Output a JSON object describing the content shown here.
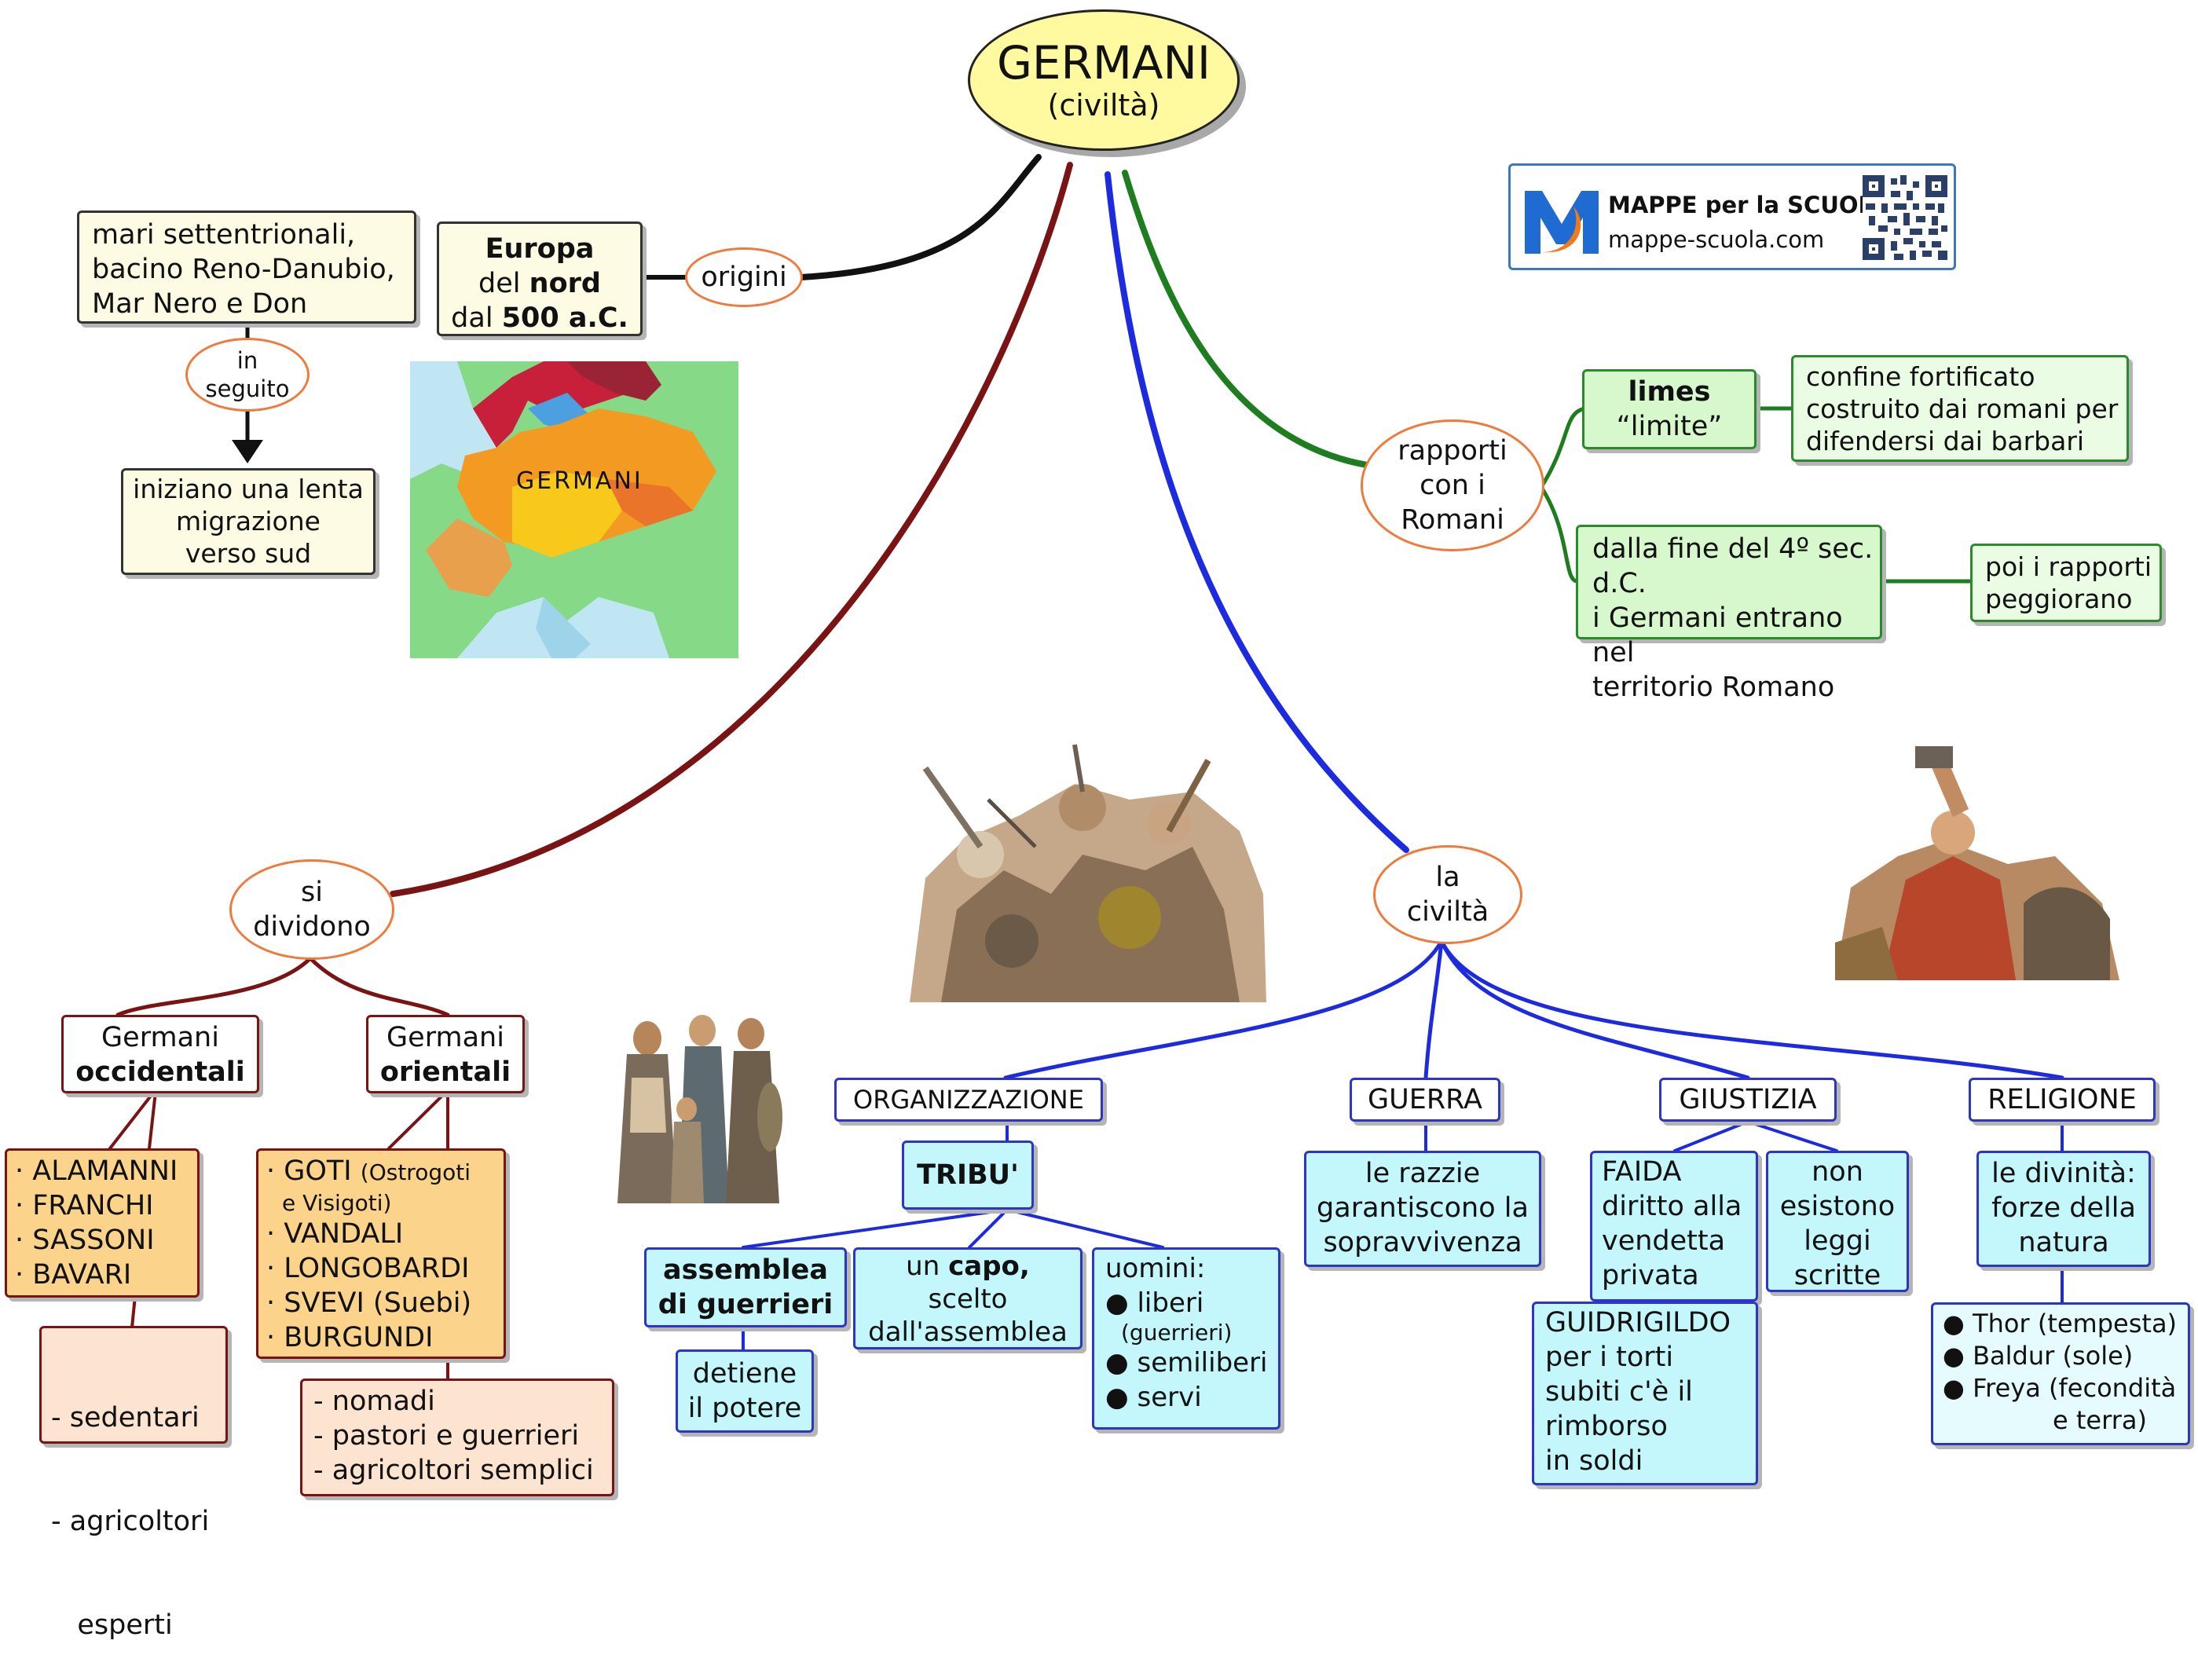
{
  "center": {
    "title": "GERMANI",
    "subtitle": "(civiltà)"
  },
  "logo": {
    "name": "MAPPE per la SCUOLA",
    "url": "mappe-scuola.com"
  },
  "origins": {
    "label": "origini",
    "europe": {
      "l1": "Europa",
      "l2a": "del",
      "l2b": "nord",
      "l3a": "dal",
      "l3b": "500 a.C."
    },
    "areas": [
      "mari settentrionali,",
      "bacino Reno-Danubio,",
      "Mar Nero e Don"
    ],
    "later": [
      "in",
      "seguito"
    ],
    "migration": [
      "iniziano una lenta",
      "migrazione",
      "verso sud"
    ],
    "map_label": "GERMANI"
  },
  "romans": {
    "label": [
      "rapporti",
      "con i",
      "Romani"
    ],
    "limes": {
      "term": "limes",
      "meaning": "“limite”"
    },
    "limes_def": [
      "confine fortificato",
      "costruito dai romani per",
      "difendersi dai barbari"
    ],
    "entry": [
      "dalla fine del 4º sec. d.C.",
      "i Germani entrano nel",
      "territorio Romano"
    ],
    "worse": [
      "poi i rapporti",
      "peggiorano"
    ]
  },
  "division": {
    "label": [
      "si",
      "dividono"
    ],
    "west": {
      "l1": "Germani",
      "l2": "occidentali",
      "tribes": [
        "· ALAMANNI",
        "· FRANCHI",
        "· SASSONI",
        "· BAVARI"
      ],
      "traits": [
        "- sedentari",
        "- agricoltori",
        "   esperti"
      ]
    },
    "east": {
      "l1": "Germani",
      "l2": "orientali",
      "tribes": [
        "· GOTI",
        "· VANDALI",
        "· LONGOBARDI",
        "· SVEVI (Suebi)",
        "· BURGUNDI"
      ],
      "goti_note1": "(Ostrogoti",
      "goti_note2": "e Visigoti)",
      "traits": [
        "- nomadi",
        "- pastori e guerrieri",
        "- agricoltori semplici"
      ]
    }
  },
  "civilization": {
    "label": [
      "la",
      "civiltà"
    ],
    "organization": {
      "label": "ORGANIZZAZIONE",
      "tribe": "TRIBU'",
      "assembly": [
        "assemblea",
        "di guerrieri"
      ],
      "power": [
        "detiene",
        "il potere"
      ],
      "chief": {
        "a": "un",
        "b": "capo,",
        "l2": "scelto",
        "l3": "dall'assemblea"
      },
      "men": {
        "head": "uomini:",
        "free": "● liberi",
        "free_note": "(guerrieri)",
        "semi": "● semiliberi",
        "serfs": "● servi"
      }
    },
    "war": {
      "label": "GUERRA",
      "text": [
        "le razzie",
        "garantiscono la",
        "sopravvivenza"
      ]
    },
    "justice": {
      "label": "GIUSTIZIA",
      "faida": [
        "FAIDA",
        "diritto alla",
        "vendetta",
        "privata"
      ],
      "laws": [
        "non",
        "esistono",
        "leggi",
        "scritte"
      ],
      "guidrigildo": [
        "GUIDRIGILDO",
        "per i torti",
        "subiti c'è il",
        "rimborso",
        "in soldi"
      ]
    },
    "religion": {
      "label": "RELIGIONE",
      "text": [
        "le divinità:",
        "forze della",
        "natura"
      ],
      "gods": [
        "● Thor (tempesta)",
        "● Baldur (sole)",
        "● Freya (fecondità",
        "e terra)"
      ]
    }
  },
  "colors": {
    "orange_outline": "#ee7b3b",
    "maroon": "#7a1414",
    "blue": "#1d2be0",
    "green": "#1e7d1e",
    "center_fill": "#fffaa0"
  }
}
